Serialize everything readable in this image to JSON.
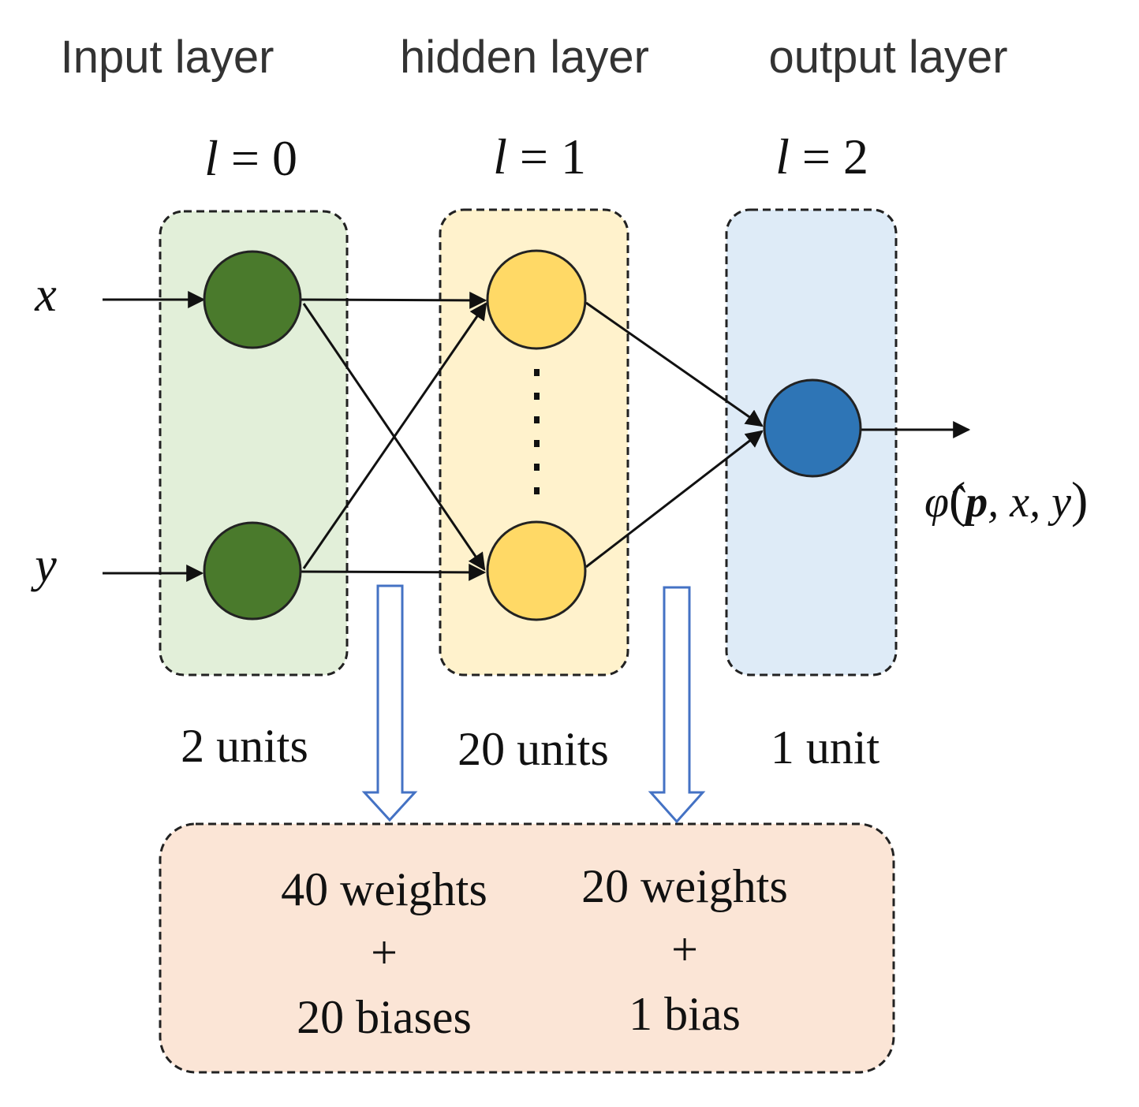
{
  "layers": [
    {
      "heading": "Input layer",
      "index_var": "l",
      "index_rest": " = 0",
      "units": "2 units",
      "fill": "#e2efd9",
      "node_color": "#4a7a2c"
    },
    {
      "heading": "hidden layer",
      "index_var": "l",
      "index_rest": " = 1",
      "units": "20 units",
      "fill": "#fff2cc",
      "node_color": "#ffd966"
    },
    {
      "heading": "output layer",
      "index_var": "l",
      "index_rest": " = 2",
      "units": "1 unit",
      "fill": "#deebf7",
      "node_color": "#2e75b6"
    }
  ],
  "inputs": [
    "x",
    "y"
  ],
  "output": {
    "fn": "φ̂",
    "open": "(",
    "param": "p",
    "args": ", x, y",
    "close": ")"
  },
  "parameters": {
    "fill": "#fbe5d6",
    "hidden": {
      "weights": "40 weights",
      "plus": "+",
      "biases": "20 biases"
    },
    "output": {
      "weights": "20 weights",
      "plus": "+",
      "biases": "1 bias"
    }
  },
  "colors": {
    "edge": "#111111",
    "flow_arrow": "#4472c4"
  }
}
